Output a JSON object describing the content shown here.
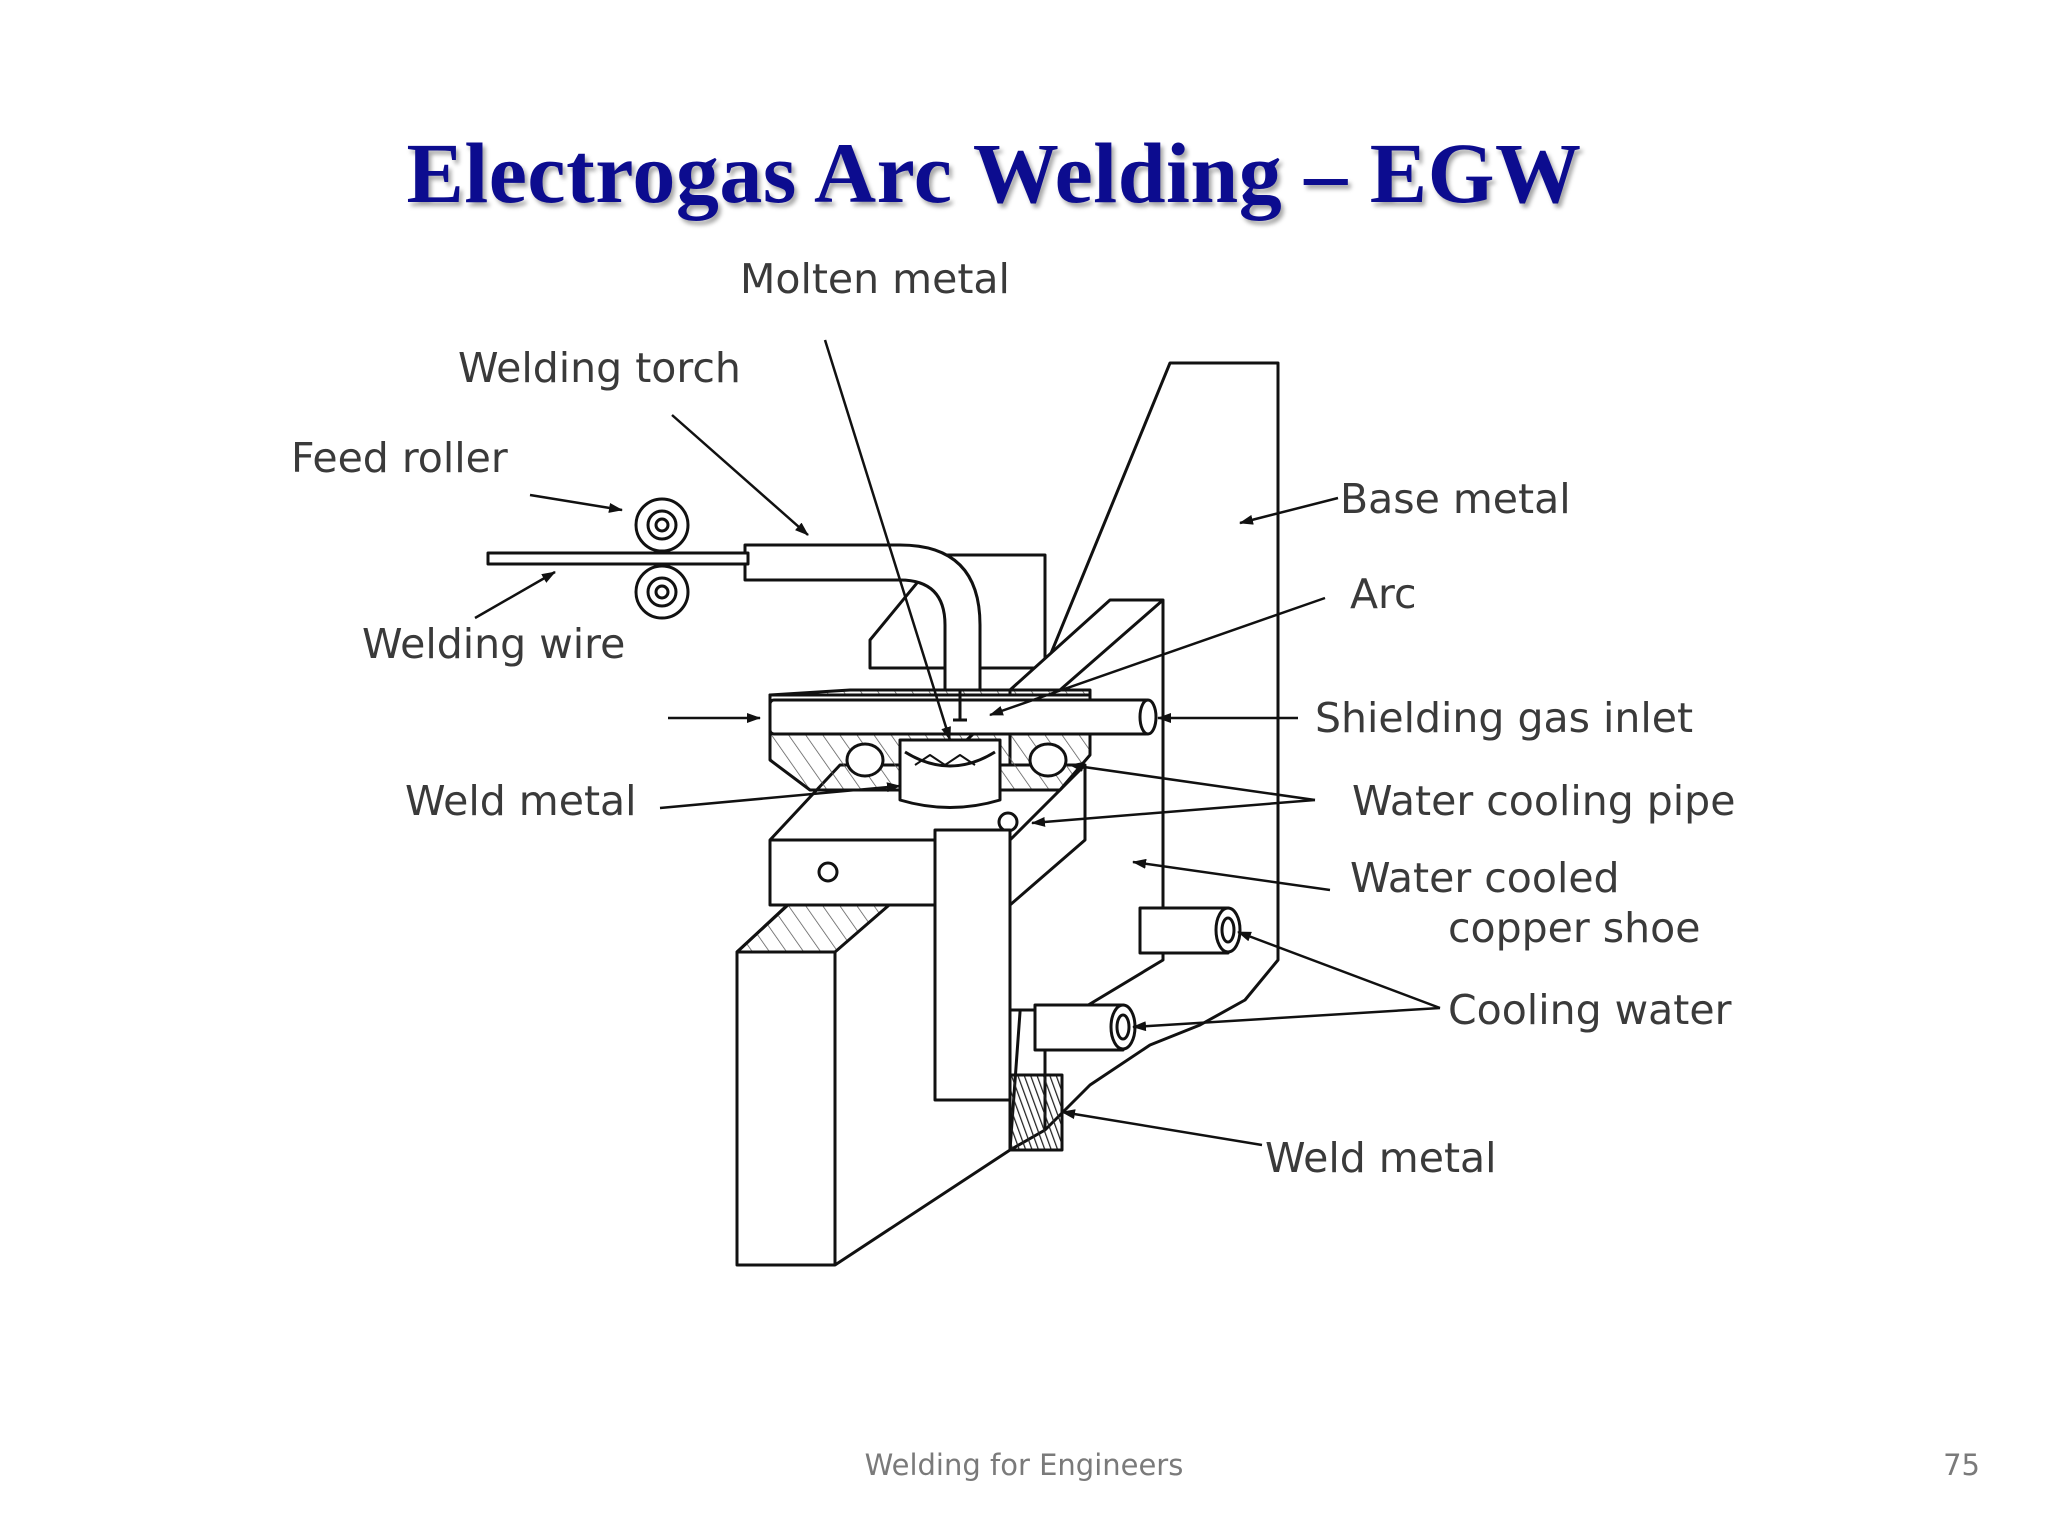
{
  "slide": {
    "title": "Electrogas Arc Welding – EGW",
    "footer": "Welding for Engineers",
    "page_number": "75",
    "title_color": "#0c0c8f"
  },
  "diagram": {
    "labels": {
      "molten_metal": "Molten metal",
      "welding_torch": "Welding torch",
      "feed_roller": "Feed roller",
      "welding_wire": "Welding wire",
      "base_metal": "Base metal",
      "arc": "Arc",
      "shielding_gas_inlet": "Shielding gas inlet",
      "weld_metal_left": "Weld metal",
      "water_cooling_pipe": "Water cooling pipe",
      "water_cooled_line1": "Water cooled",
      "water_cooled_line2": "copper shoe",
      "cooling_water": "Cooling water",
      "weld_metal_bottom": "Weld metal"
    }
  }
}
